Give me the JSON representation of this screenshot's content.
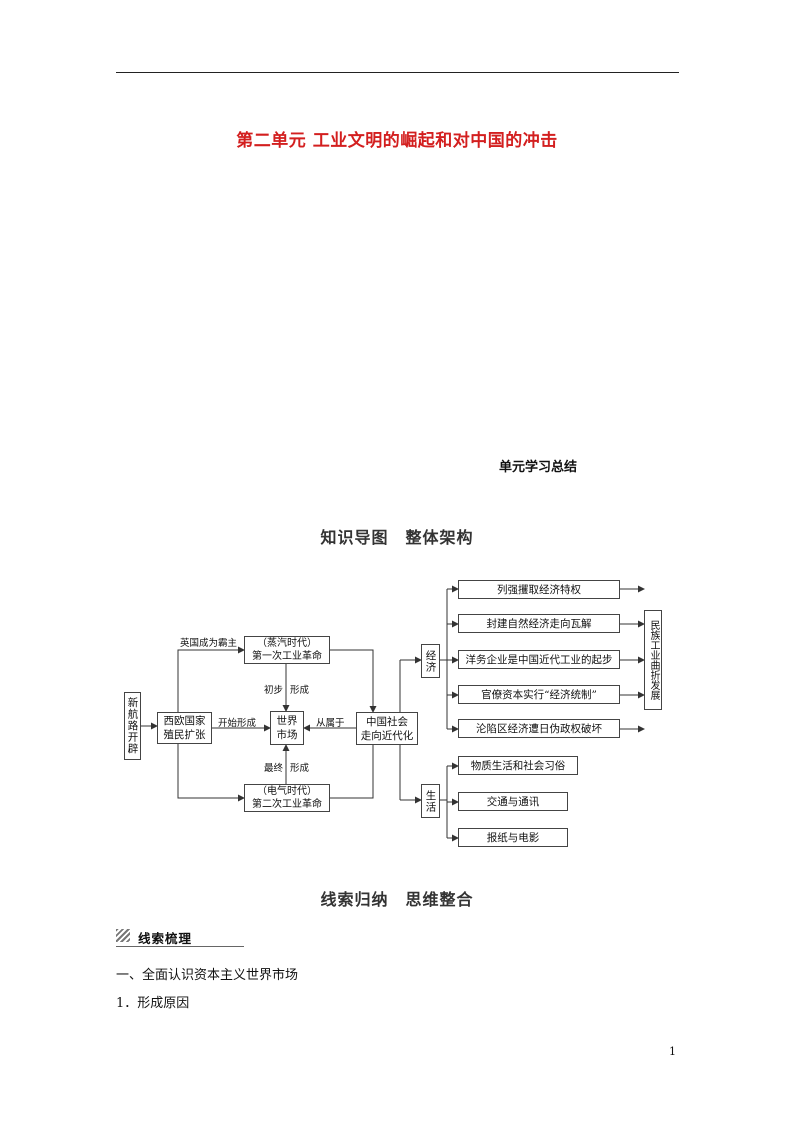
{
  "title": "第二单元  工业文明的崛起和对中国的冲击",
  "unit_summary": "单元学习总结",
  "section1": "知识导图　整体架构",
  "section2": "线索归纳　思维整合",
  "subhead": "线索梳理",
  "line1": "一、全面认识资本主义世界市场",
  "line2": "1．形成原因",
  "page_number": "1",
  "diagram": {
    "new_route": "新航路开辟",
    "west_europe": "西欧国家\n殖民扩张",
    "steam": "（蒸汽时代）\n第一次工业革命",
    "electric": "（电气时代）\n第二次工业革命",
    "world_market": "世界\n市场",
    "china_society": "中国社会\n走向近代化",
    "economy": "经济",
    "life": "生活",
    "national_industry": "民族工业曲折发展",
    "econ_items": [
      "列强攫取经济特权",
      "封建自然经济走向瓦解",
      "洋务企业是中国近代工业的起步",
      "官僚资本实行“经济统制”",
      "沦陷区经济遭日伪政权破坏"
    ],
    "life_items": [
      "物质生活和社会习俗",
      "交通与通讯",
      "报纸与电影"
    ],
    "lbl_britain": "英国成为霸主",
    "lbl_begin": "开始形成",
    "lbl_initial": "初步",
    "lbl_form1": "形成",
    "lbl_final": "最终",
    "lbl_form2": "形成",
    "lbl_belong": "从属于"
  }
}
